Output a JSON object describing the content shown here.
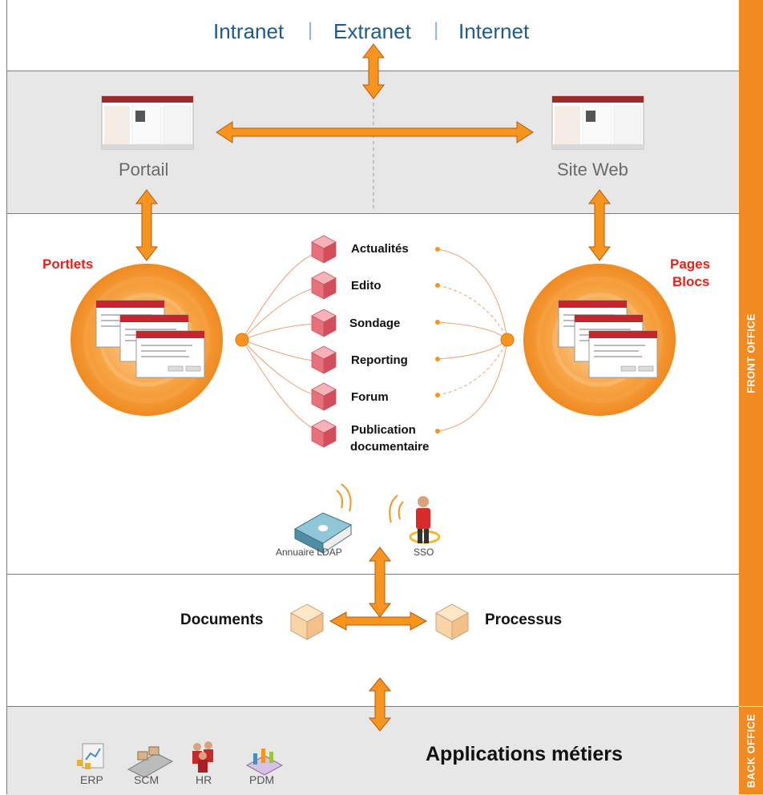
{
  "nav": {
    "items": [
      "Intranet",
      "Extranet",
      "Internet"
    ],
    "separator": "|"
  },
  "channels": {
    "portal": "Portail",
    "website": "Site Web"
  },
  "left_hub": {
    "label": "Portlets"
  },
  "right_hub": {
    "label_line1": "Pages",
    "label_line2": "Blocs"
  },
  "services": [
    "Actualités",
    "Edito",
    "Sondage",
    "Reporting",
    "Forum",
    "Publication",
    "documentaire"
  ],
  "identity": {
    "ldap": "Annuaire LDAP",
    "sso": "SSO"
  },
  "content": {
    "documents": "Documents",
    "processes": "Processus"
  },
  "apps": {
    "title": "Applications métiers",
    "items": [
      "ERP",
      "SCM",
      "HR",
      "PDM"
    ]
  },
  "sidebar": {
    "front": "FRONT OFFICE",
    "back": "BACK OFFICE"
  },
  "colors": {
    "accent": "#f08a21",
    "nav_blue": "#1e5a8a",
    "label_red": "#e2231a",
    "cube_pink": "#e8707c",
    "band_gray": "#e7e7e8"
  }
}
